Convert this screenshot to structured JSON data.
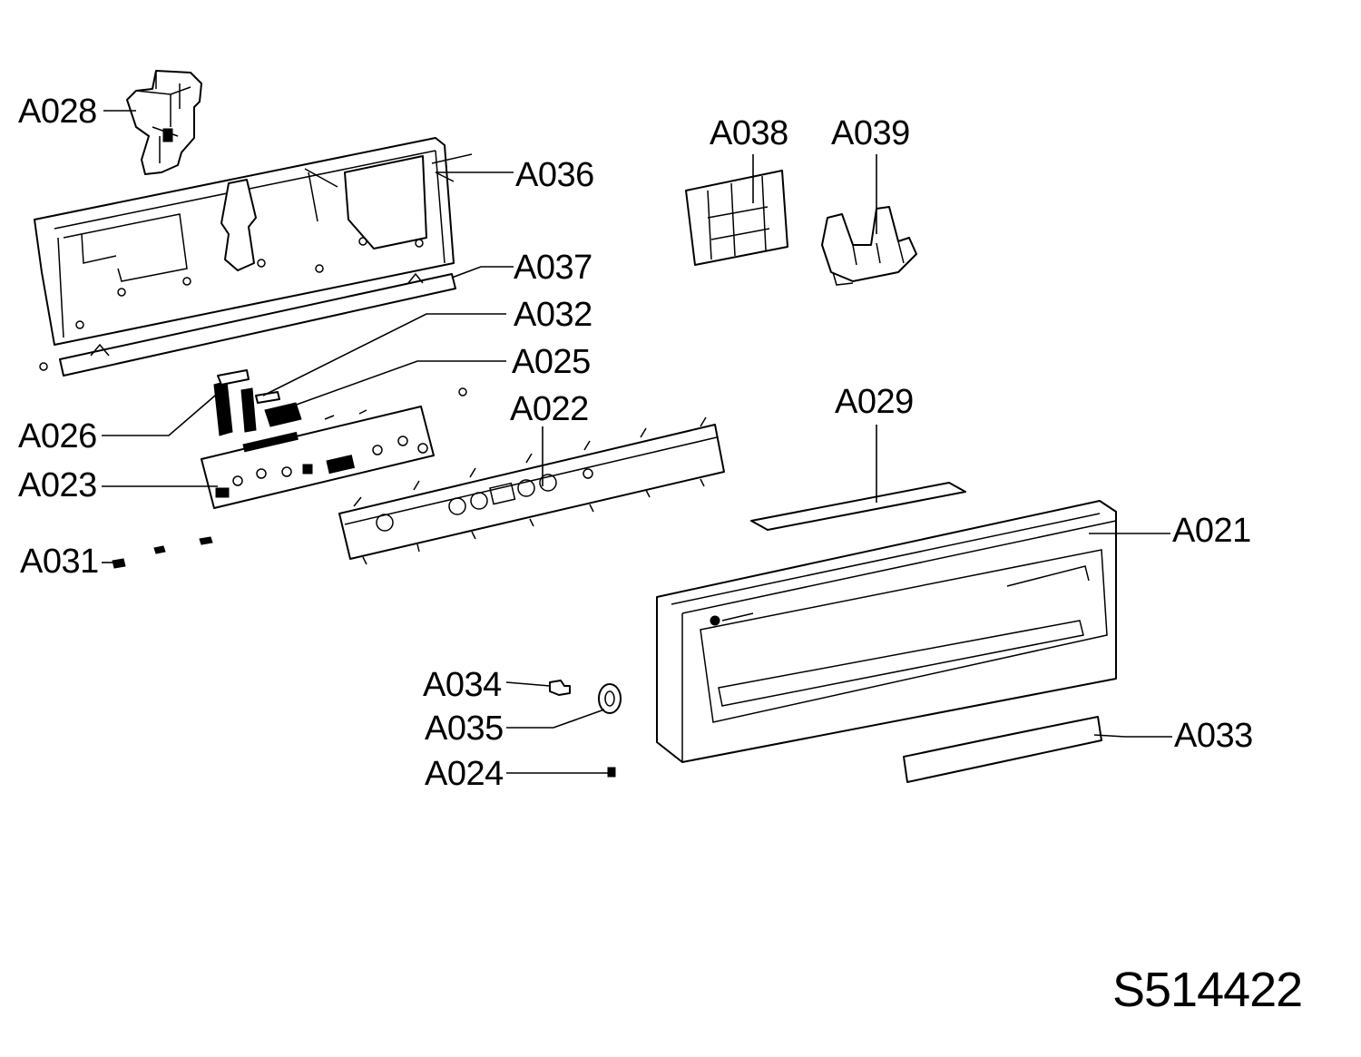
{
  "labels": {
    "a028": "A028",
    "a036": "A036",
    "a037": "A037",
    "a032": "A032",
    "a025": "A025",
    "a026": "A026",
    "a022": "A022",
    "a023": "A023",
    "a031": "A031",
    "a038": "A038",
    "a039": "A039",
    "a029": "A029",
    "a021": "A021",
    "a034": "A034",
    "a035": "A035",
    "a024": "A024",
    "a033": "A033"
  },
  "drawing_code": "S514422"
}
